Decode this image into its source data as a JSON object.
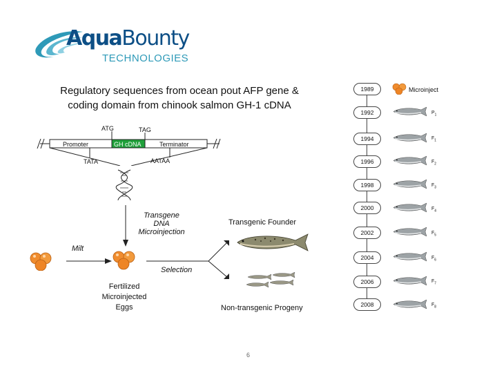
{
  "logo": {
    "aqua": "Aqua",
    "bounty": "Bounty",
    "tech": "TECHNOLOGIES"
  },
  "title": {
    "line1": "Regulatory sequences from ocean pout AFP gene &",
    "line2": "coding domain from chinook salmon GH-1 cDNA"
  },
  "construct": {
    "atg": "ATG",
    "tag": "TAG",
    "promoter": "Promoter",
    "gh_cdna": "GH cDNA",
    "terminator": "Terminator",
    "tata": "TATA",
    "aataa": "AATAA",
    "colors": {
      "gh_cdna": "#1fa03a"
    }
  },
  "labels": {
    "transgene_line1": "Transgene DNA",
    "transgene_line2": "Microinjection",
    "milt": "Milt",
    "selection": "Selection",
    "eggs_line1": "Fertilized",
    "eggs_line2": "Microinjected",
    "eggs_line3": "Eggs",
    "founder": "Transgenic Founder",
    "non_transgenic": "Non-transgenic Progeny"
  },
  "timeline": {
    "microinject": "Microinject",
    "rows": [
      {
        "year": "1989",
        "gen": "",
        "sub": ""
      },
      {
        "year": "1992",
        "gen": "P",
        "sub": "1"
      },
      {
        "year": "1994",
        "gen": "F",
        "sub": "1"
      },
      {
        "year": "1996",
        "gen": "F",
        "sub": "2"
      },
      {
        "year": "1998",
        "gen": "F",
        "sub": "3"
      },
      {
        "year": "2000",
        "gen": "F",
        "sub": "4"
      },
      {
        "year": "2002",
        "gen": "F",
        "sub": "5"
      },
      {
        "year": "2004",
        "gen": "F",
        "sub": "6"
      },
      {
        "year": "2006",
        "gen": "F",
        "sub": "7"
      },
      {
        "year": "2008",
        "gen": "F",
        "sub": "8"
      }
    ]
  },
  "page_number": "6"
}
